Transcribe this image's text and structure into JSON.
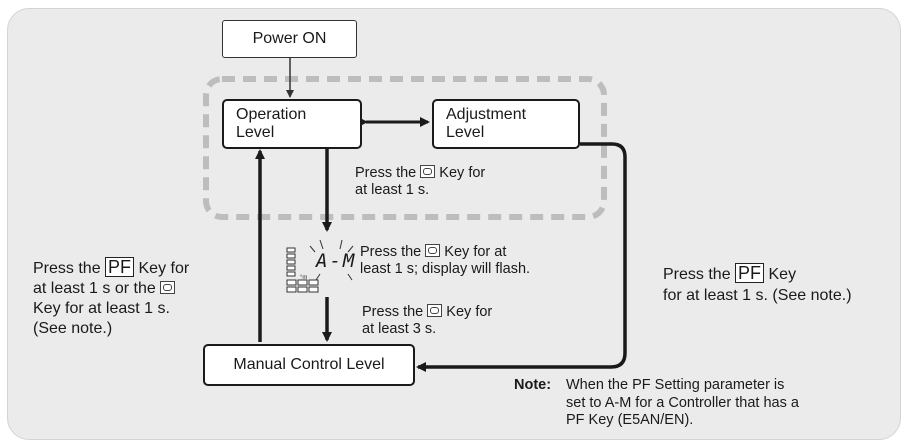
{
  "nodes": {
    "power_on": "Power ON",
    "operation_line1": "Operation",
    "operation_line2": "Level",
    "adjustment_line1": "Adjustment",
    "adjustment_line2": "Level",
    "manual": "Manual Control Level"
  },
  "display": {
    "text": "A-M"
  },
  "instructions": {
    "op_to_adj_a": "Press the ",
    "op_to_adj_b": " Key for",
    "op_to_adj_c": "at least 1 s.",
    "flash_a": "Press the ",
    "flash_b": " Key for at",
    "flash_c": "least 1 s; display will flash.",
    "to_manual_a": "Press the ",
    "to_manual_b": " Key for",
    "to_manual_c": "at least 3 s.",
    "left_a": "Press the ",
    "left_key": "PF",
    "left_b": " Key for",
    "left_c": "at least 1 s or the ",
    "left_d": "Key for at least 1 s.",
    "left_e": "(See note.)",
    "right_a": "Press the ",
    "right_key": "PF",
    "right_b": " Key",
    "right_c": "for at least 1 s. (See note.)"
  },
  "note": {
    "label": "Note:",
    "line1": "When the PF Setting parameter is",
    "line2": "set to A-M for a Controller that has a",
    "line3": "PF Key (E5AN/EN)."
  },
  "icons": {
    "mode_key": "mode-key-icon",
    "pf_key": "pf-key-icon",
    "lcd": "controller-display-icon"
  }
}
